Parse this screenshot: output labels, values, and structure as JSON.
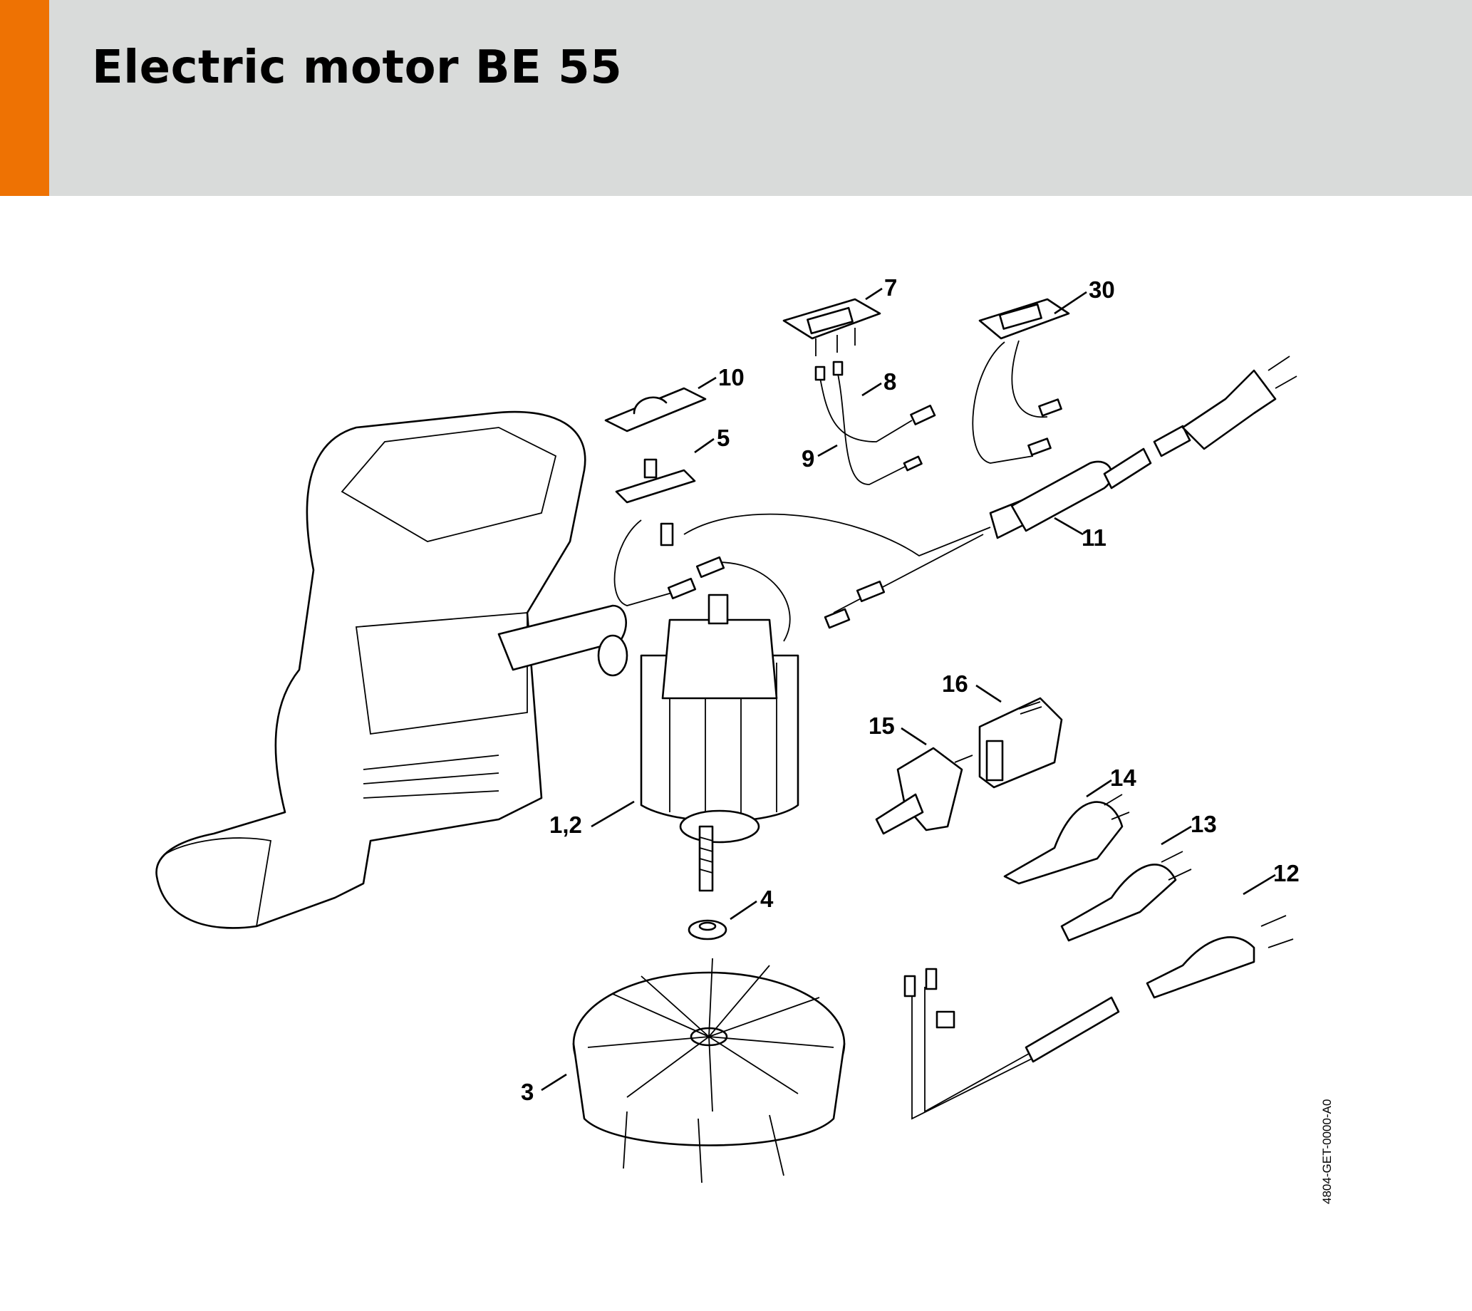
{
  "header": {
    "title": "Electric motor BE 55",
    "accent_color": "#ee7203",
    "background_color": "#d9dbda"
  },
  "callouts": [
    {
      "id": "7",
      "label": "7"
    },
    {
      "id": "30",
      "label": "30"
    },
    {
      "id": "10",
      "label": "10"
    },
    {
      "id": "8",
      "label": "8"
    },
    {
      "id": "5",
      "label": "5"
    },
    {
      "id": "9",
      "label": "9"
    },
    {
      "id": "11",
      "label": "11"
    },
    {
      "id": "16",
      "label": "16"
    },
    {
      "id": "15",
      "label": "15"
    },
    {
      "id": "14",
      "label": "14"
    },
    {
      "id": "1-2",
      "label": "1,2"
    },
    {
      "id": "13",
      "label": "13"
    },
    {
      "id": "12",
      "label": "12"
    },
    {
      "id": "4",
      "label": "4"
    },
    {
      "id": "3",
      "label": "3"
    }
  ],
  "drawing_code": "4804-GET-0000-A0"
}
